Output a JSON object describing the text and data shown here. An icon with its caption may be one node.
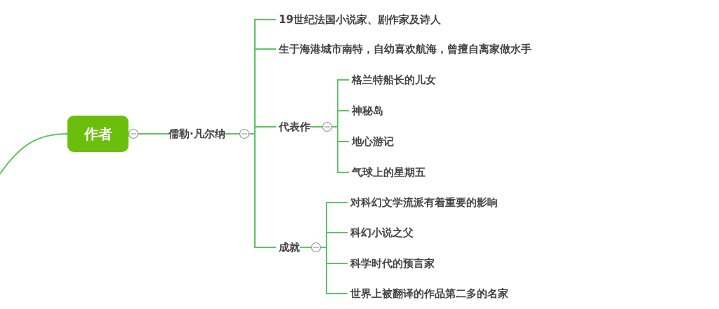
{
  "diagram": {
    "nodes": [
      {
        "text": [
          "作者"
        ]
      },
      {
        "text": [
          "儒勒·凡尔纳"
        ]
      },
      {
        "text": [
          "19世纪法国小说家、剧作家及诗人"
        ]
      },
      {
        "text": [
          "生于海港城市南特，自幼喜欢航海，曾擅自离家做水手"
        ]
      },
      {
        "text": [
          "代表作"
        ]
      },
      {
        "text": [
          "格兰特船长的儿女"
        ]
      },
      {
        "text": [
          "神秘岛"
        ]
      },
      {
        "text": [
          "地心游记"
        ]
      },
      {
        "text": [
          "气球上的星期五"
        ]
      },
      {
        "text": [
          "成就"
        ]
      },
      {
        "text": [
          "对科幻文学流派有着重要的影响"
        ]
      },
      {
        "text": [
          "科幻小说之父"
        ]
      },
      {
        "text": [
          "科学时代的预言家"
        ]
      },
      {
        "text": [
          "世界上被翻译的作品第二多的名家"
        ]
      }
    ],
    "edges": [
      {
        "from": null,
        "to": 0,
        "arrow": "none"
      },
      {
        "from": 0,
        "to": 1,
        "arrow": "none"
      },
      {
        "from": 1,
        "to": 2,
        "arrow": "none"
      },
      {
        "from": 1,
        "to": 3,
        "arrow": "none"
      },
      {
        "from": 1,
        "to": 4,
        "arrow": "none"
      },
      {
        "from": 1,
        "to": 9,
        "arrow": "none"
      },
      {
        "from": 4,
        "to": 5,
        "arrow": "none"
      },
      {
        "from": 4,
        "to": 6,
        "arrow": "none"
      },
      {
        "from": 4,
        "to": 7,
        "arrow": "none"
      },
      {
        "from": 4,
        "to": 8,
        "arrow": "none"
      },
      {
        "from": 9,
        "to": 10,
        "arrow": "none"
      },
      {
        "from": 9,
        "to": 11,
        "arrow": "none"
      },
      {
        "from": 9,
        "to": 12,
        "arrow": "none"
      },
      {
        "from": 9,
        "to": 13,
        "arrow": "none"
      }
    ]
  }
}
